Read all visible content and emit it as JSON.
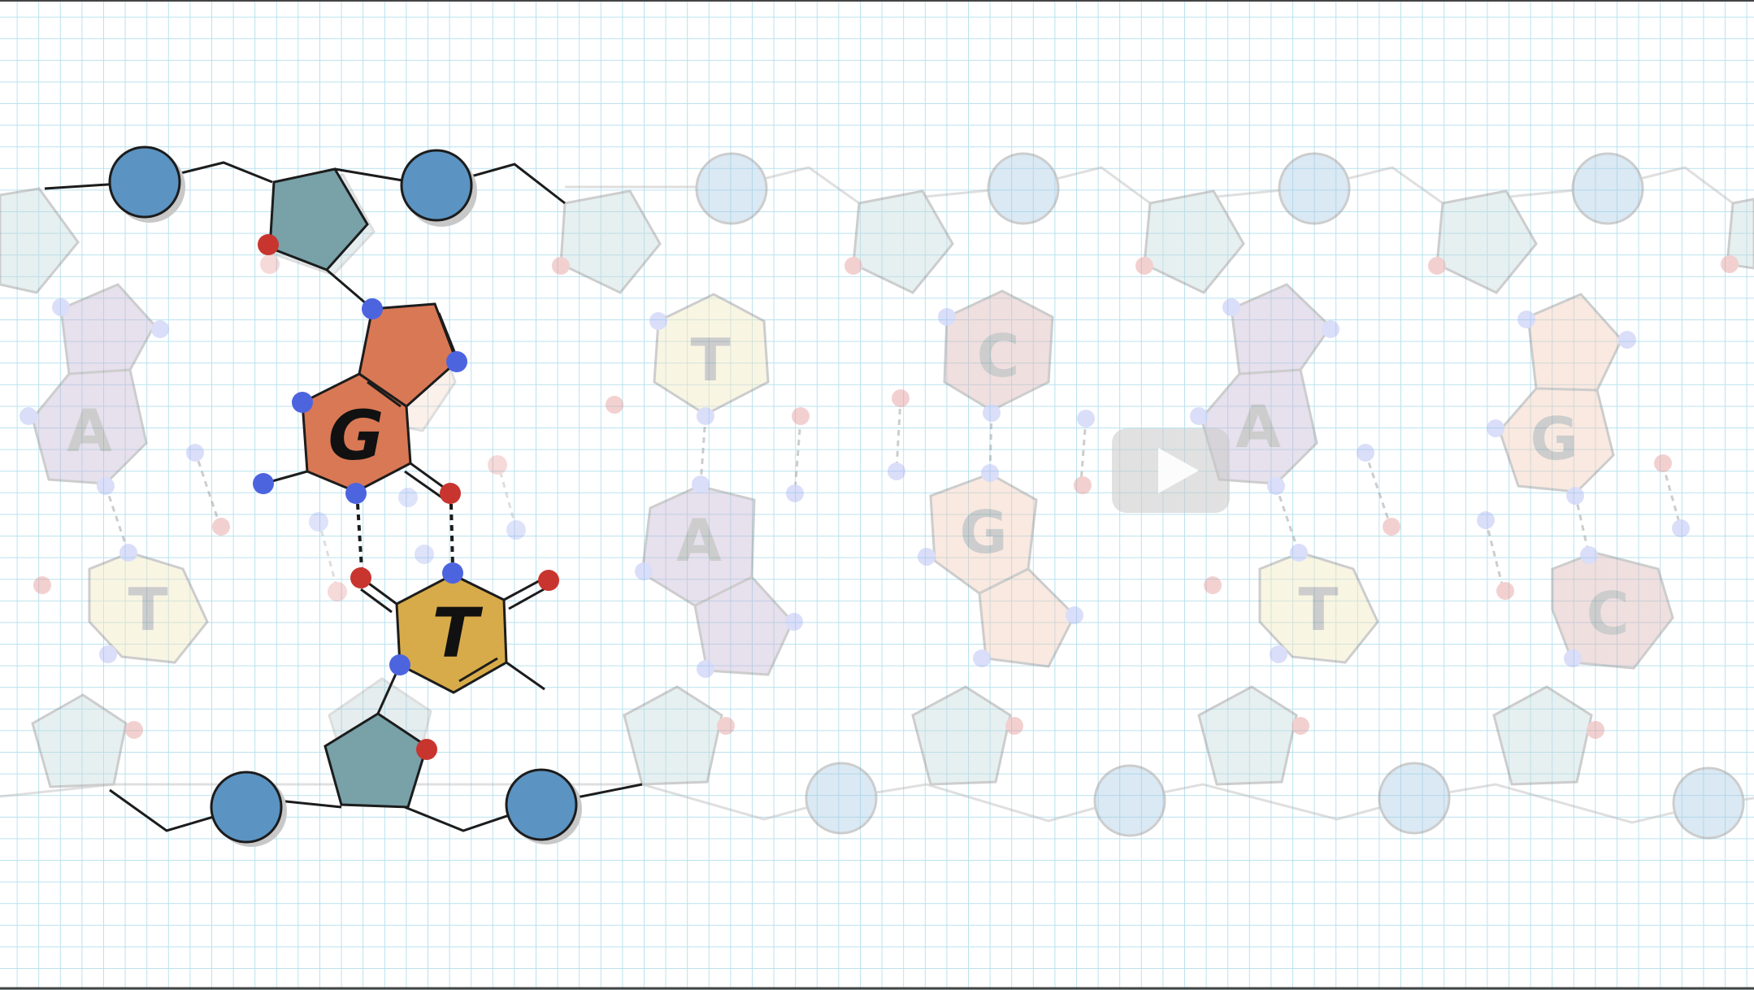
{
  "colors": {
    "grid_line": "#b9e1ee",
    "phosphate": "#5b93c2",
    "sugar": "#78a1a8",
    "base_G": "#d97855",
    "base_T": "#d8ab4a",
    "base_A": "#c7b7d6",
    "base_C": "#dcb5b5",
    "ghost_G": "#f3cbb7",
    "ghost_T": "#f3e8bd",
    "oxygen": "#c8352f",
    "nitrogen": "#4d64df",
    "bond": "#1c1c1c",
    "ghost_bond": "#c4c4c4"
  },
  "mismatch_pair": {
    "top_base": "G",
    "bottom_base": "T"
  },
  "faded_pairs": [
    {
      "top": "A",
      "bottom": "T",
      "top_color": "base_A",
      "bottom_color": "ghost_T"
    },
    {
      "top": "T",
      "bottom": "A",
      "top_color": "ghost_T",
      "bottom_color": "base_A"
    },
    {
      "top": "C",
      "bottom": "G",
      "top_color": "base_C",
      "bottom_color": "ghost_G"
    },
    {
      "top": "A",
      "bottom": "T",
      "top_color": "base_A",
      "bottom_color": "ghost_T"
    },
    {
      "top": "G",
      "bottom": "C",
      "top_color": "ghost_G",
      "bottom_color": "base_C"
    }
  ],
  "video_control": {
    "icon": "play-icon"
  }
}
